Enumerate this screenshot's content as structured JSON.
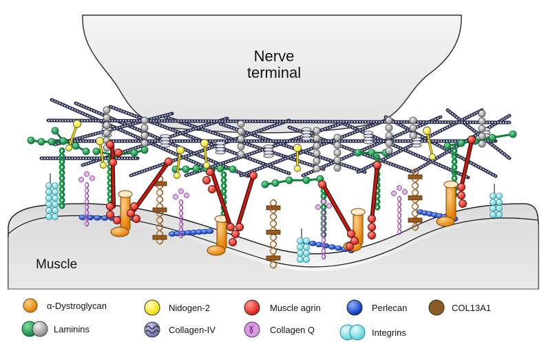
{
  "labels": {
    "nerve_line1": "Nerve",
    "nerve_line2": "terminal",
    "muscle": "Muscle"
  },
  "legend": [
    {
      "key": "dystroglycan",
      "label": "α-Dystroglycan",
      "color": "#f0941e"
    },
    {
      "key": "nidogen",
      "label": "Nidogen-2",
      "color": "#ffee1a"
    },
    {
      "key": "agrin",
      "label": "Muscle agrin",
      "color": "#e8281f"
    },
    {
      "key": "perlecan",
      "label": "Perlecan",
      "color": "#1f4fd6"
    },
    {
      "key": "col13a1",
      "label": "COL13A1",
      "color": "#8a5a22"
    },
    {
      "key": "laminins",
      "label": "Laminins",
      "color": "#1a9c4a",
      "color2": "#a8a8a8"
    },
    {
      "key": "collagen_iv",
      "label": "Collagen-IV",
      "color": "#8c8cc8"
    },
    {
      "key": "collagen_q",
      "label": "Collagen Q",
      "color": "#c77fd0"
    },
    {
      "key": "integrins",
      "label": "Integrins",
      "color": "#7fe0ea"
    }
  ]
}
